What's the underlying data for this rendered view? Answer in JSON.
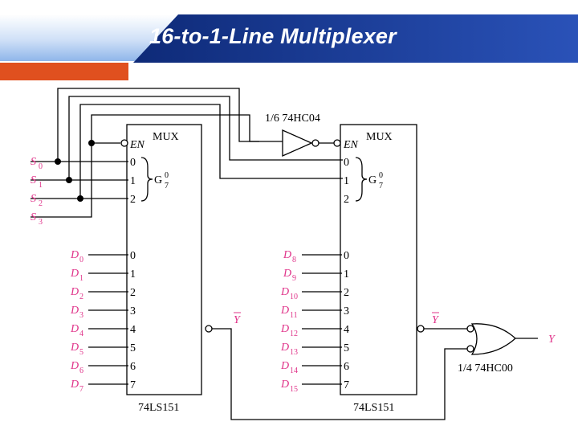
{
  "slide": {
    "title": "16-to-1-Line Multiplexer",
    "colors": {
      "header_blue": "#1b3f9a",
      "header_orange": "#e0501f",
      "signal_pink": "#e0348a"
    }
  },
  "diagram": {
    "mux1": {
      "header": "MUX",
      "part": "74LS151",
      "enable": "EN",
      "select_group": "G",
      "group_top": "0",
      "group_bottom": "7",
      "select_pins": [
        "0",
        "1",
        "2"
      ],
      "data_pins": [
        "0",
        "1",
        "2",
        "3",
        "4",
        "5",
        "6",
        "7"
      ],
      "output": "Y"
    },
    "mux2": {
      "header": "MUX",
      "part": "74LS151",
      "enable": "EN",
      "select_group": "G",
      "group_top": "0",
      "group_bottom": "7",
      "select_pins": [
        "0",
        "1",
        "2"
      ],
      "data_pins": [
        "0",
        "1",
        "2",
        "3",
        "4",
        "5",
        "6",
        "7"
      ],
      "output": "Y"
    },
    "select_inputs": [
      {
        "letter": "S",
        "sub": "0"
      },
      {
        "letter": "S",
        "sub": "1"
      },
      {
        "letter": "S",
        "sub": "2"
      },
      {
        "letter": "S",
        "sub": "3"
      }
    ],
    "data_inputs_left": [
      {
        "letter": "D",
        "sub": "0"
      },
      {
        "letter": "D",
        "sub": "1"
      },
      {
        "letter": "D",
        "sub": "2"
      },
      {
        "letter": "D",
        "sub": "3"
      },
      {
        "letter": "D",
        "sub": "4"
      },
      {
        "letter": "D",
        "sub": "5"
      },
      {
        "letter": "D",
        "sub": "6"
      },
      {
        "letter": "D",
        "sub": "7"
      }
    ],
    "data_inputs_right": [
      {
        "letter": "D",
        "sub": "8"
      },
      {
        "letter": "D",
        "sub": "9"
      },
      {
        "letter": "D",
        "sub": "10"
      },
      {
        "letter": "D",
        "sub": "11"
      },
      {
        "letter": "D",
        "sub": "12"
      },
      {
        "letter": "D",
        "sub": "13"
      },
      {
        "letter": "D",
        "sub": "14"
      },
      {
        "letter": "D",
        "sub": "15"
      }
    ],
    "inverter_label": "1/6 74HC04",
    "nand_label": "1/4 74HC00",
    "final_output": "Y"
  }
}
